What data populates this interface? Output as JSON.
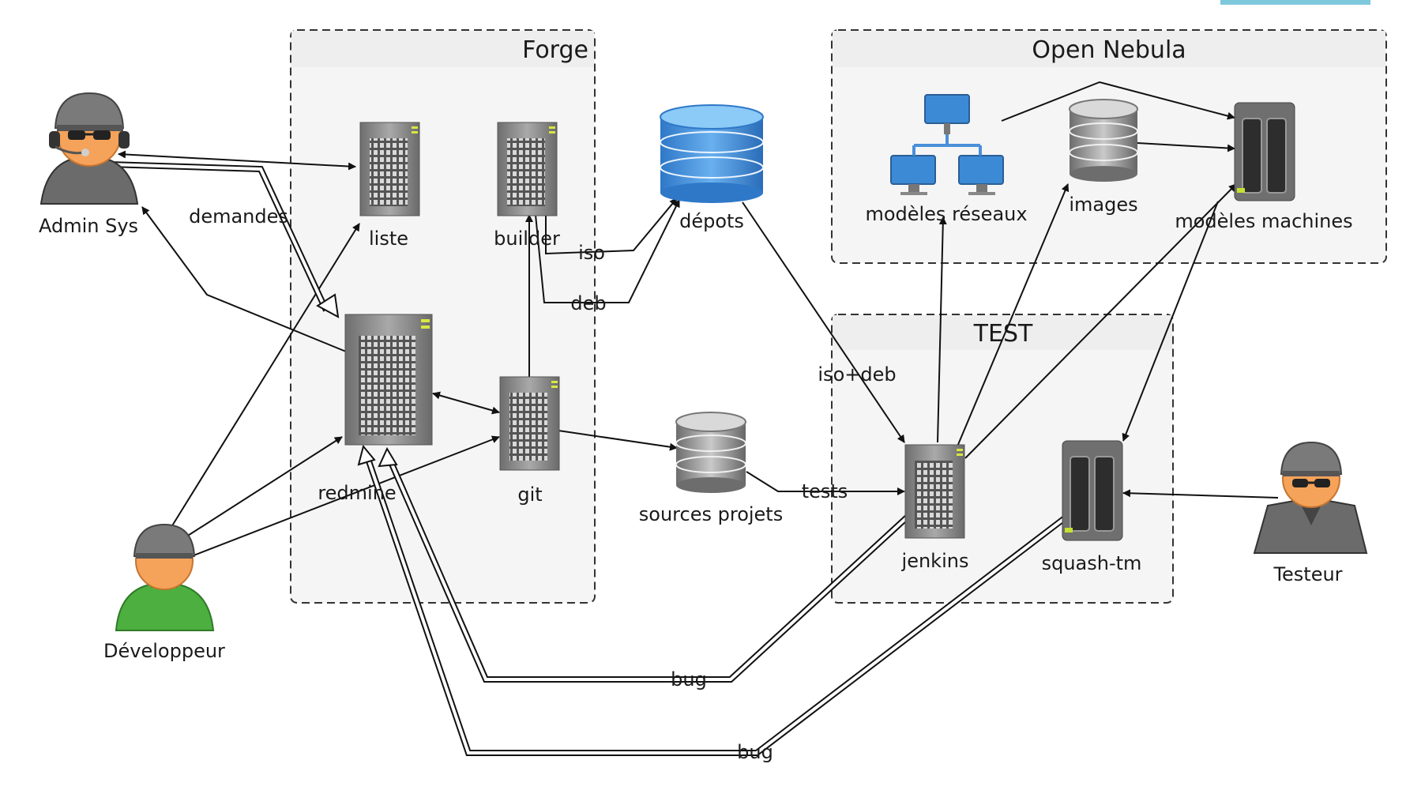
{
  "groups": {
    "forge": "Forge",
    "open_nebula": "Open Nebula",
    "test": "TEST"
  },
  "actors": {
    "admin": "Admin Sys",
    "dev": "Développeur",
    "tester": "Testeur"
  },
  "nodes": {
    "liste": "liste",
    "builder": "builder",
    "redmine": "redmine",
    "git": "git",
    "depots": "dépots",
    "sources": "sources projets",
    "reseaux": "modèles réseaux",
    "images": "images",
    "machines": "modèles machines",
    "jenkins": "jenkins",
    "squash": "squash-tm"
  },
  "edges": {
    "demandes": "demandes",
    "iso": "iso",
    "deb": "deb",
    "isodeb": "iso+deb",
    "tests": "tests",
    "bug1": "bug",
    "bug2": "bug"
  },
  "colors": {
    "group_header": "#eeeeee",
    "group_body": "#f5f5f5",
    "db_blue": "#4a90d9",
    "server_gray": "#8a8a8a",
    "person_skin": "#f5a35a",
    "dev_shirt": "#4caf3f"
  }
}
